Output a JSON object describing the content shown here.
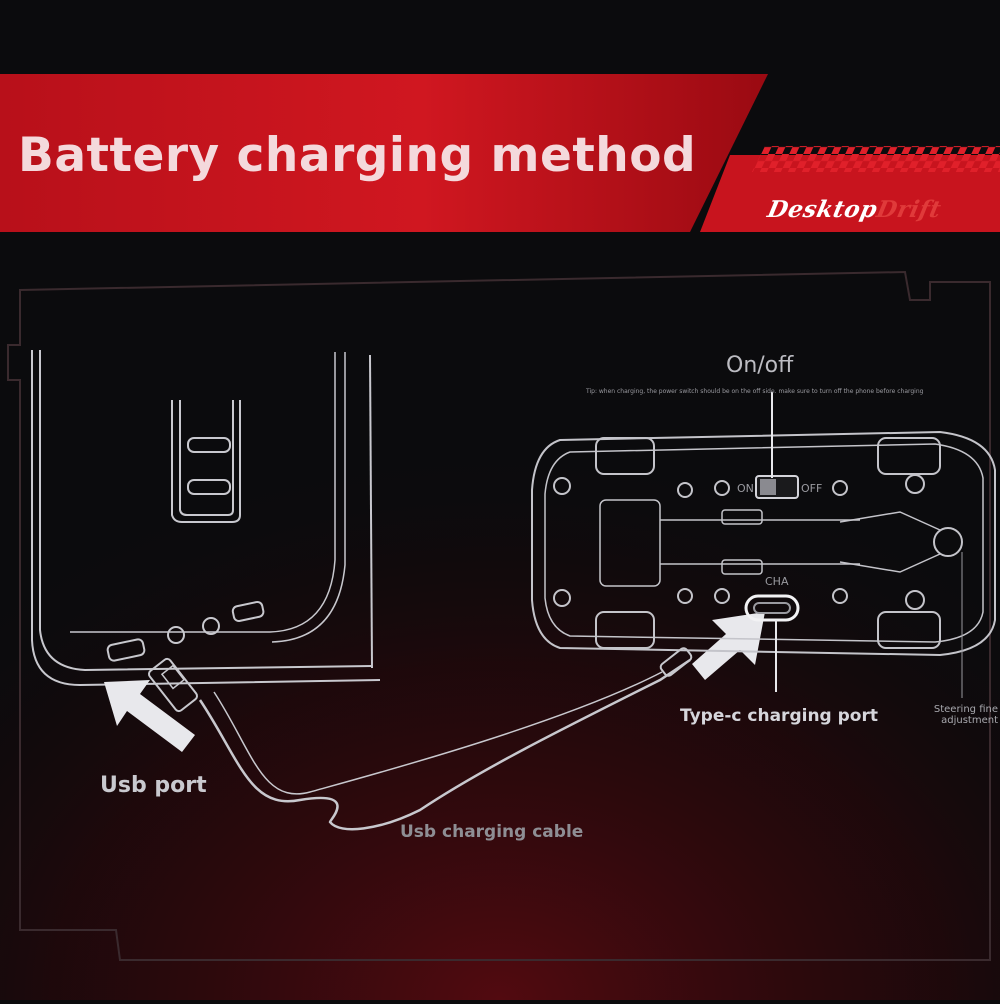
{
  "header": {
    "title": "Battery charging method",
    "brand_part1": "Desktop",
    "brand_part2": "Drift"
  },
  "labels": {
    "on_off": "On/off",
    "tip": "Tip: when charging, the power switch should be on the off side. make sure to turn off the phone before charging",
    "switch_on": "ON",
    "switch_off": "OFF",
    "cha": "CHA",
    "usb_port": "Usb port",
    "usb_cable": "Usb charging cable",
    "typec_port": "Type-c charging port",
    "steering": "Steering fine adjustment"
  },
  "colors": {
    "background": "#0b0b0d",
    "banner_red": "#c0111a",
    "outline": "#d4d4da",
    "accent": "#e03a3a"
  }
}
